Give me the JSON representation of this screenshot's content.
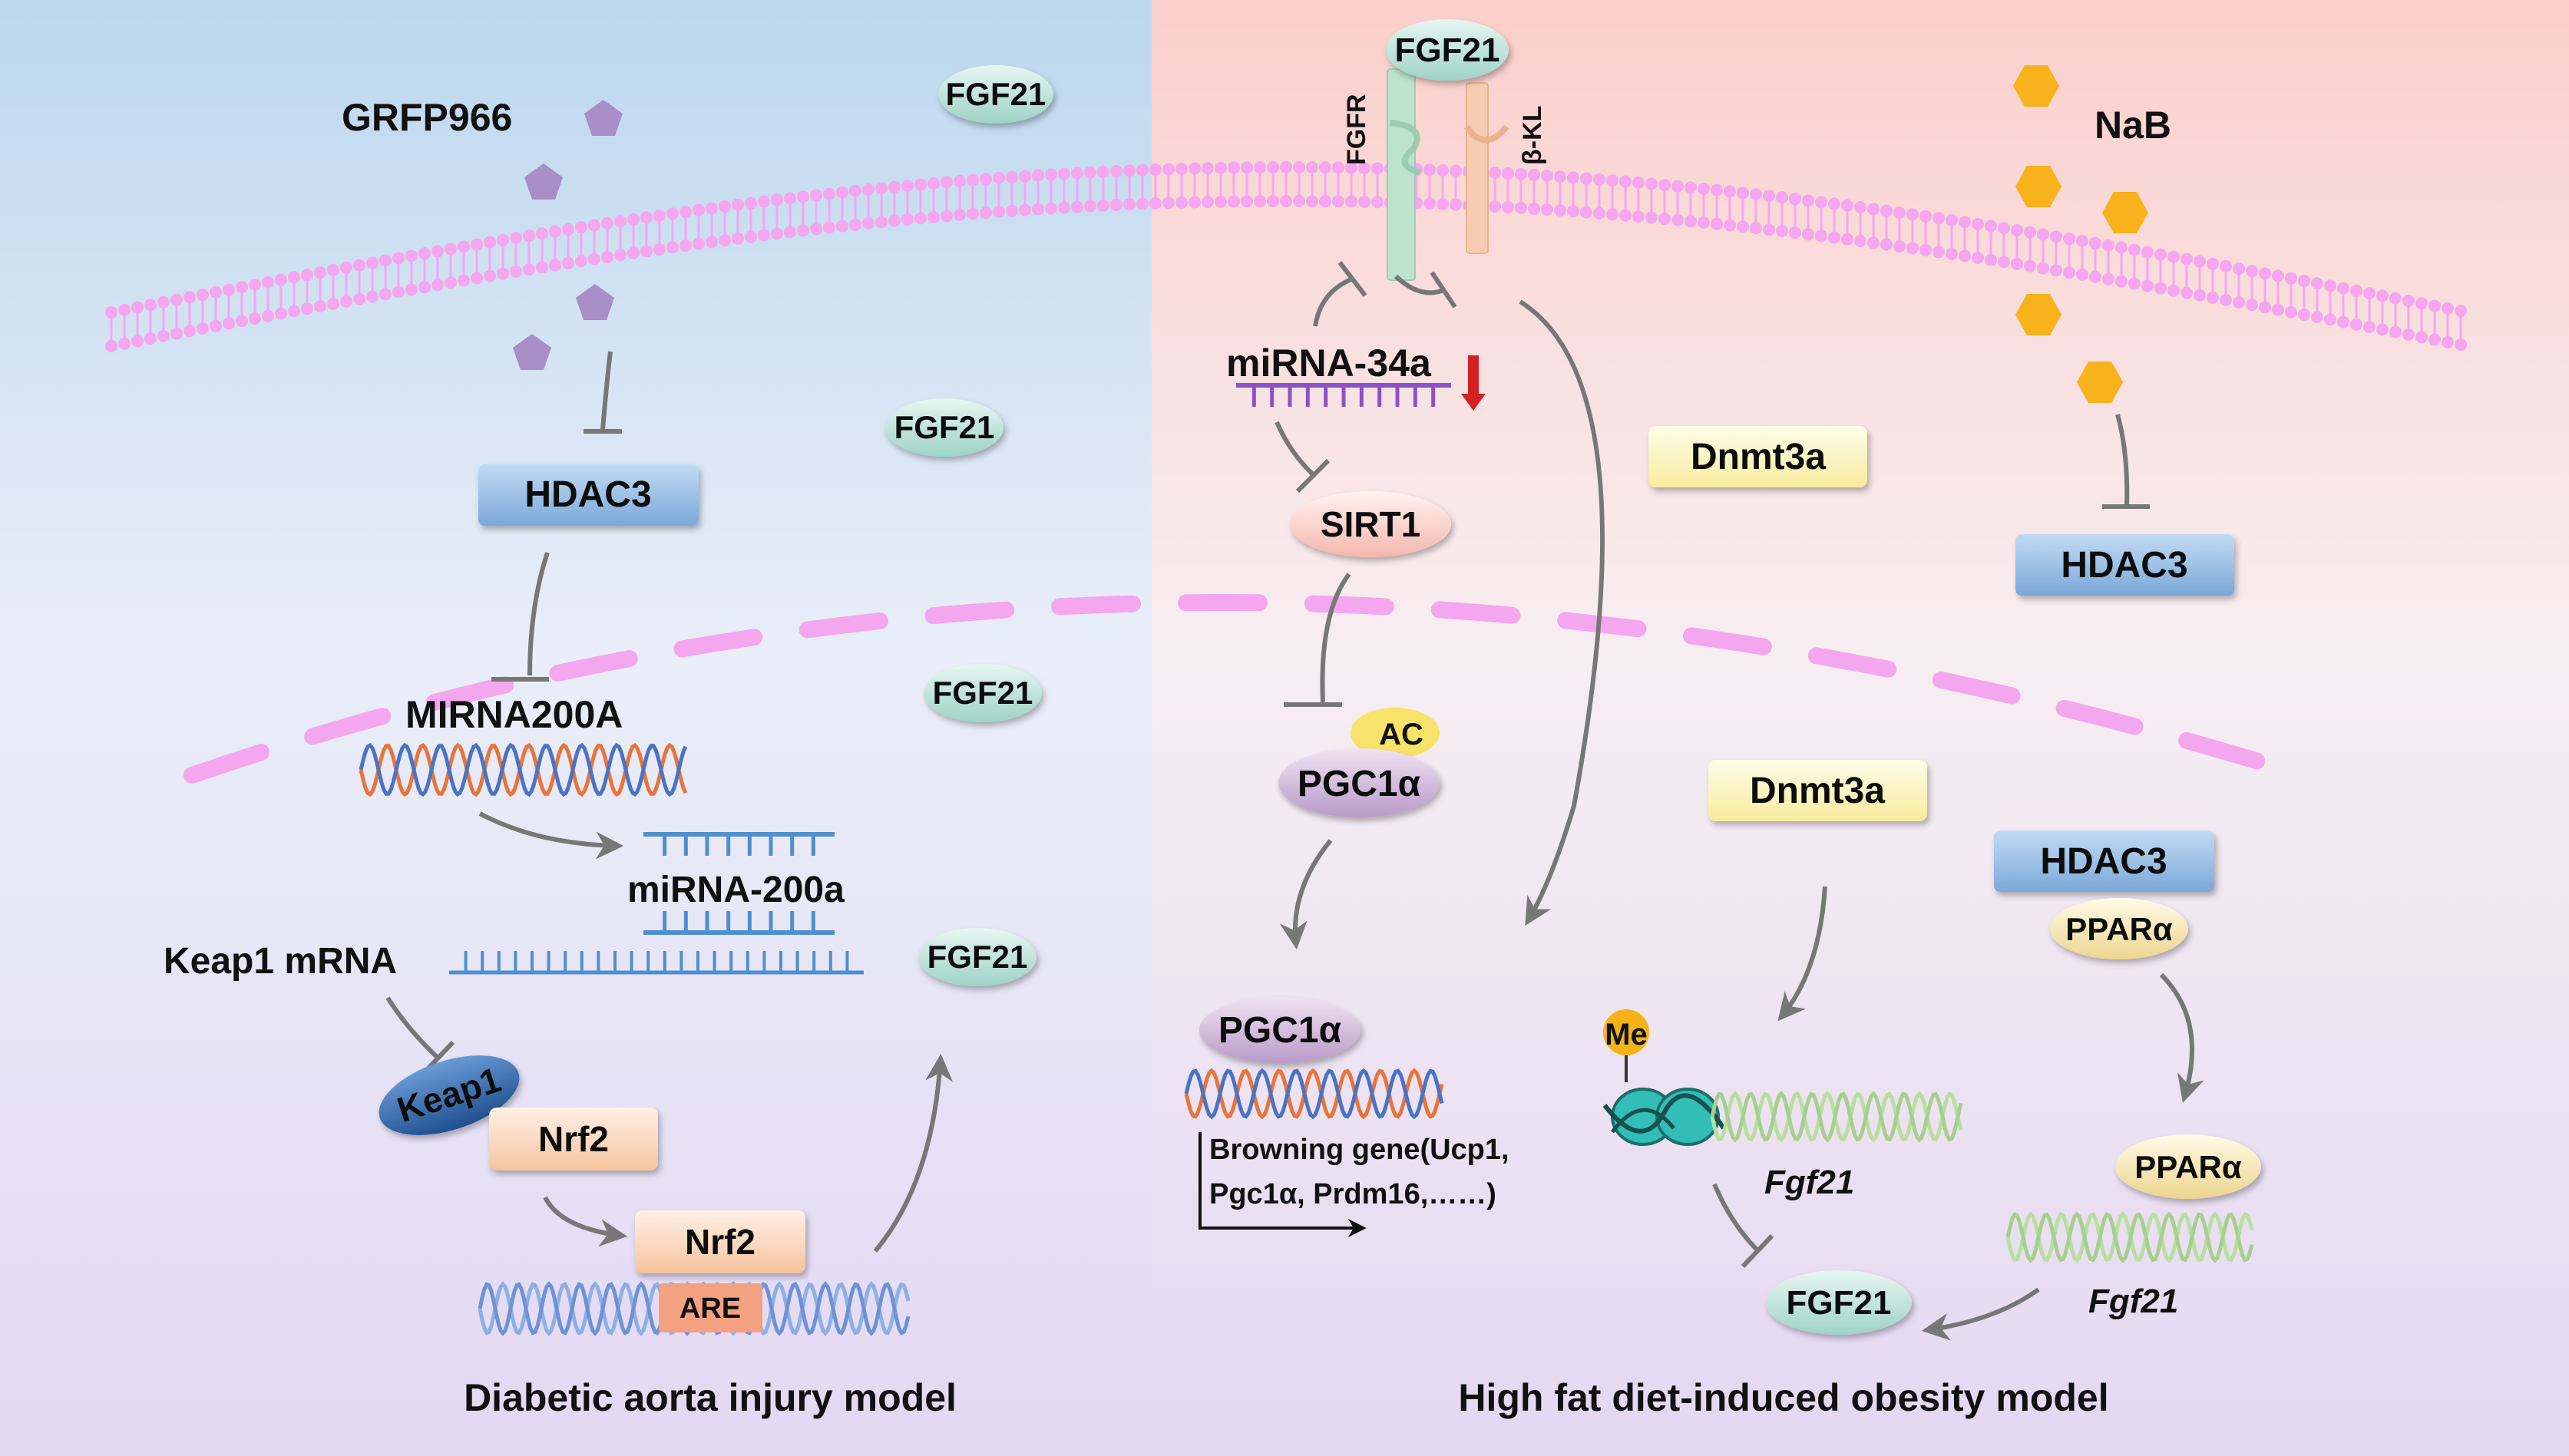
{
  "colors": {
    "left_top": "#bcd7ee",
    "left_bottom": "#e6dcf3",
    "right_top": "#fbd0cc",
    "right_bottom": "#e6dcf3",
    "membrane": "#f4a7ee",
    "arrow": "#777777",
    "hdac3": "#8ab6e0",
    "oval_teal": "#bfe6dc",
    "pentagon": "#a98ec8",
    "hexagon": "#f8b21c",
    "dna_orange": "#e9743a",
    "dna_blue": "#4a73c4",
    "down_arrow": "#d42020"
  },
  "left_panel": {
    "grfp966": "GRFP966",
    "fgf21_a": "FGF21",
    "fgf21_b": "FGF21",
    "fgf21_c": "FGF21",
    "fgf21_d": "FGF21",
    "hdac3": "HDAC3",
    "mirna200a_gene": "MIRNA200A",
    "mirna200a": "miRNA-200a",
    "keap1_mrna": "Keap1 mRNA",
    "keap1": "Keap1",
    "nrf2_a": "Nrf2",
    "nrf2_b": "Nrf2",
    "are": "ARE",
    "caption": "Diabetic aorta injury model"
  },
  "right_panel": {
    "fgf21_receptor": "FGF21",
    "fgfr": "FGFR",
    "bkl": "β-KL",
    "mirna34a": "miRNA-34a",
    "sirt1": "SIRT1",
    "ac": "AC",
    "pgc1a_a": "PGC1α",
    "pgc1a_b": "PGC1α",
    "browning_line1": "Browning gene(Ucp1,",
    "browning_line2": "Pgc1α, Prdm16,……)",
    "dnmt3a_a": "Dnmt3a",
    "dnmt3a_b": "Dnmt3a",
    "me": "Me",
    "fgf21_gene_a": "Fgf21",
    "fgf21_gene_b": "Fgf21",
    "fgf21_out": "FGF21",
    "nab": "NaB",
    "hdac3_a": "HDAC3",
    "hdac3_b": "HDAC3",
    "ppara_a": "PPARα",
    "ppara_b": "PPARα",
    "caption": "High fat diet-induced obesity model"
  }
}
